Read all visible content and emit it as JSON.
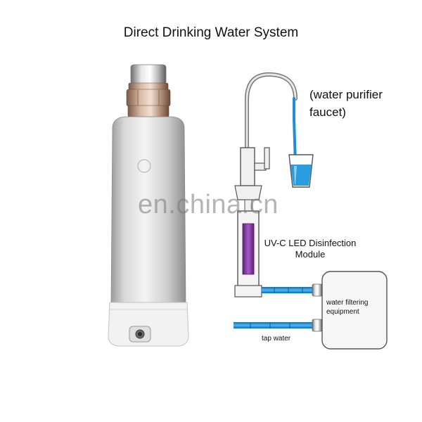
{
  "title": "Direct Drinking Water System",
  "labels": {
    "faucet_line1": "(water purifier",
    "faucet_line2": "faucet)",
    "uv_line1": "UV-C LED Disinfection",
    "uv_line2": "Module",
    "filter_line1": "water filtering",
    "filter_line2": "equipment",
    "tap_water": "tap water"
  },
  "watermark": "en.china.cn",
  "colors": {
    "water_blue": "#1e8fd6",
    "uv_purple": "#8a3fa8",
    "steel": "#cfcfcf"
  }
}
